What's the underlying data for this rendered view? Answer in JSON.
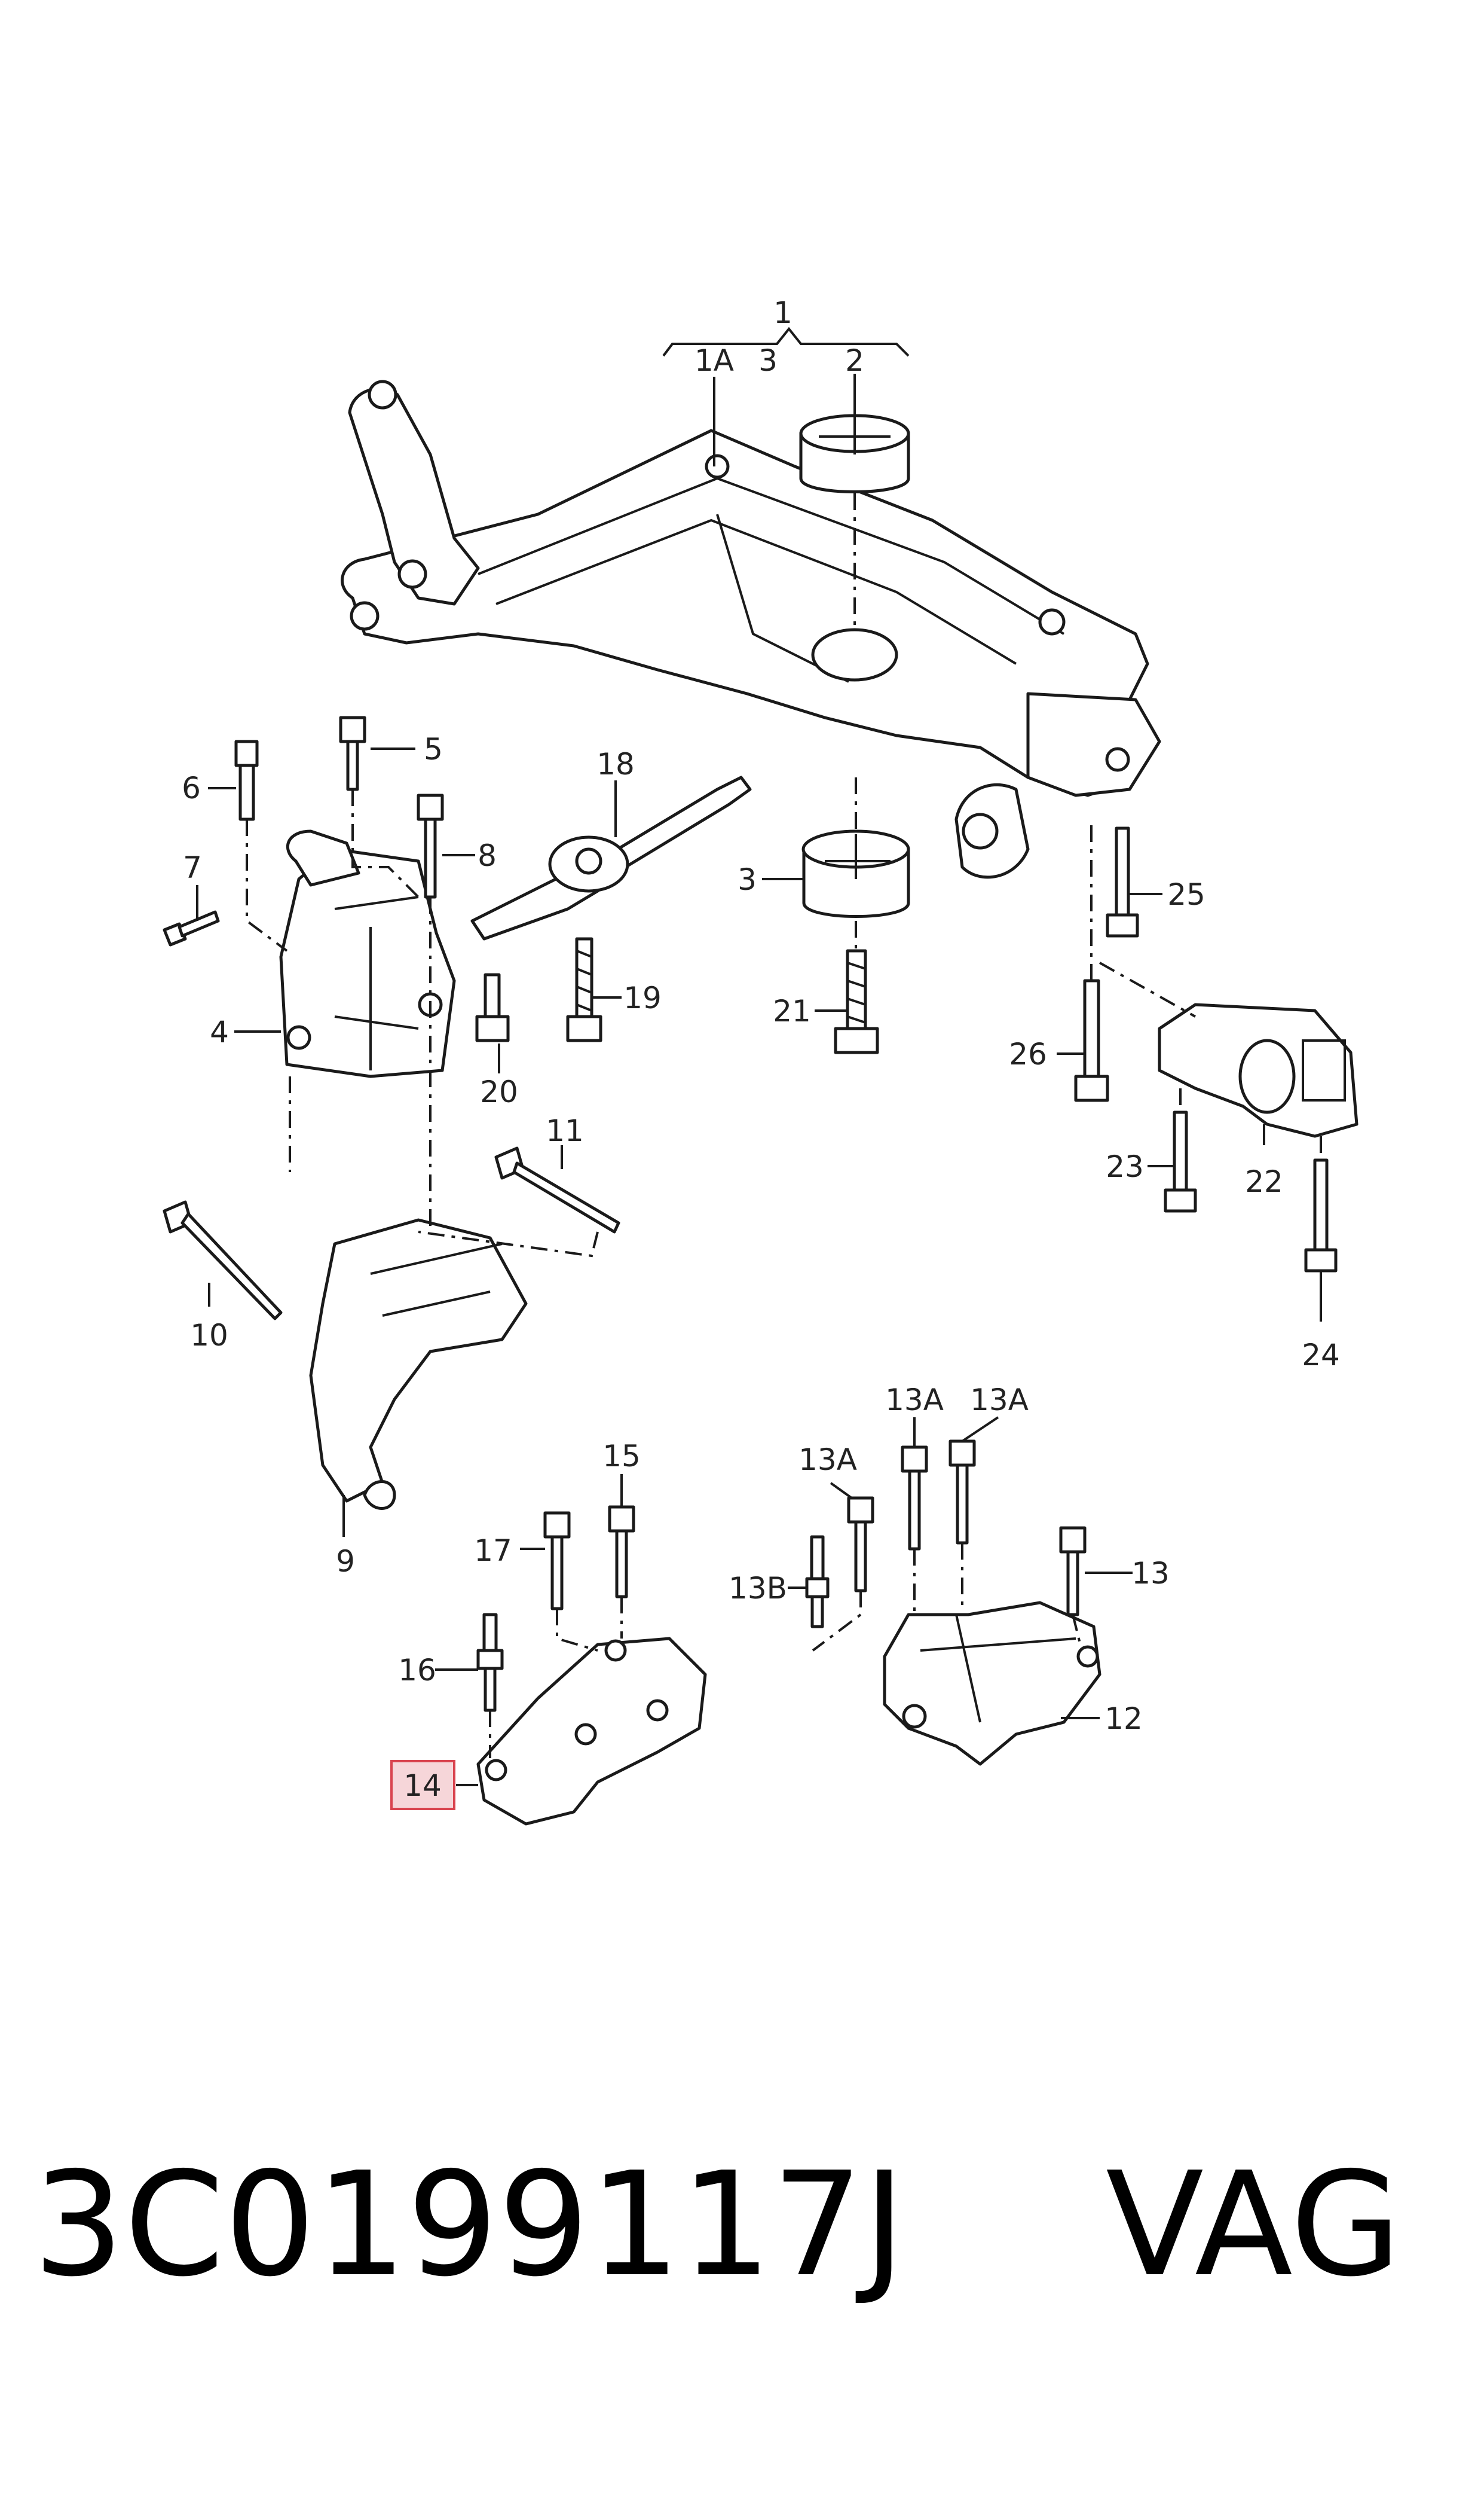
{
  "diagram": {
    "callouts": {
      "c1": "1",
      "c1a": "1A",
      "c3top": "3",
      "c2": "2",
      "c5": "5",
      "c6": "6",
      "c7": "7",
      "c8": "8",
      "c4": "4",
      "c18": "18",
      "c3": "3",
      "c19": "19",
      "c21": "21",
      "c20": "20",
      "c25": "25",
      "c26": "26",
      "c22": "22",
      "c23": "23",
      "c24": "24",
      "c11": "11",
      "c10": "10",
      "c9": "9",
      "c15": "15",
      "c17": "17",
      "c16": "16",
      "c14": "14",
      "c13a_1": "13A",
      "c13a_2": "13A",
      "c13a_3": "13A",
      "c13b": "13B",
      "c13": "13",
      "c12": "12"
    },
    "highlighted_callout": "14",
    "highlight_color": "#d9444f",
    "line_color": "#1a1a1a"
  },
  "footer": {
    "part_number": "3C0199117J",
    "brand": "VAG"
  }
}
